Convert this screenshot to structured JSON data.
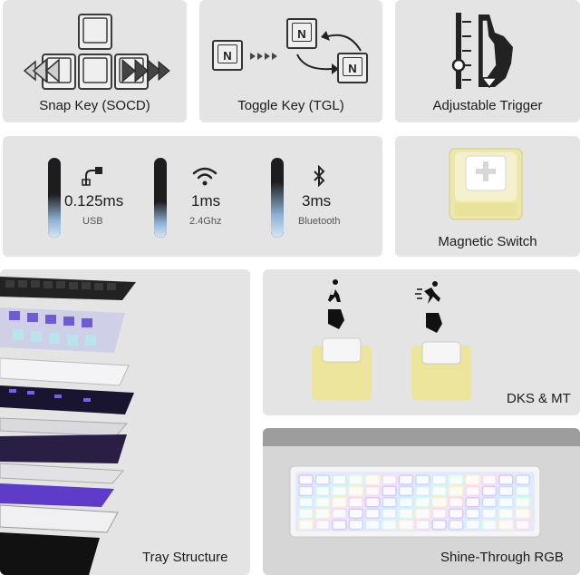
{
  "features": {
    "snap_key": "Snap Key (SOCD)",
    "toggle_key": "Toggle Key (TGL)",
    "adjustable_trigger": "Adjustable Trigger",
    "magnetic_switch": "Magnetic Switch",
    "tray_structure": "Tray Structure",
    "dks_mt": "DKS & MT",
    "shine_through": "Shine-Through RGB"
  },
  "toggle_key_letter": "N",
  "latency": [
    {
      "value": "0.125ms",
      "label": "USB",
      "icon": "usb-cable-icon",
      "level": 0.55
    },
    {
      "value": "1ms",
      "label": "2.4Ghz",
      "icon": "wifi-icon",
      "level": 0.45
    },
    {
      "value": "3ms",
      "label": "Bluetooth",
      "icon": "bluetooth-icon",
      "level": 0.7
    }
  ],
  "colors": {
    "panel": "#e4e4e4",
    "bar_dark": "#1d1d1f",
    "bar_light": "#8fb1d4",
    "switch_yellow": "#efe9a6"
  }
}
